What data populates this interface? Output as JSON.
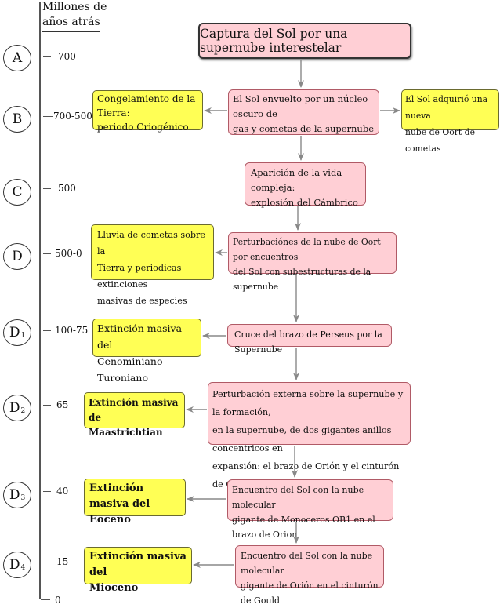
{
  "header": {
    "line1": "Millones de",
    "line2": "años atrás"
  },
  "eras": [
    {
      "letter": "A",
      "sub": "",
      "time": "700"
    },
    {
      "letter": "B",
      "sub": "",
      "time": "700-500"
    },
    {
      "letter": "C",
      "sub": "",
      "time": "500"
    },
    {
      "letter": "D",
      "sub": "",
      "time": "500-0"
    },
    {
      "letter": "D",
      "sub": "1",
      "time": "100-75"
    },
    {
      "letter": "D",
      "sub": "2",
      "time": "65"
    },
    {
      "letter": "D",
      "sub": "3",
      "time": "40"
    },
    {
      "letter": "D",
      "sub": "4",
      "time": "15"
    }
  ],
  "axis_end_label": "0",
  "title": "Captura del Sol por una supernube interestelar",
  "events": [
    {
      "lines": [
        "El Sol envuelto por un núcleo oscuro  de",
        "gas y cometas de la supernube"
      ]
    },
    {
      "lines": [
        "Aparición de la vida compleja:",
        "explosión del Cámbrico"
      ]
    },
    {
      "lines": [
        "Perturbaciónes de la nube de Oort por encuentros",
        "del Sol con subestructuras de la supernube"
      ]
    },
    {
      "lines": [
        "Cruce del brazo de Perseus por la Supernube"
      ]
    },
    {
      "lines": [
        "Perturbación externa sobre la supernube y la formación,",
        "en la supernube, de dos gigantes anillos concentricos en",
        "expansión: el brazo de Orión y el cinturón de Gould"
      ]
    },
    {
      "lines": [
        "Encuentro del Sol con la nube molecular",
        "gigante de Monoceros OB1 en el brazo de Orion"
      ]
    },
    {
      "lines": [
        "Encuentro del Sol con la nube molecular",
        "gigante de Orión en el cinturón de Gould"
      ]
    }
  ],
  "consequences": [
    {
      "lines": [
        "Congelamiento de la Tierra:",
        "periodo Criogénico"
      ]
    },
    {
      "lines": [
        "El Sol adquirió una nueva",
        "nube de Oort de cometas"
      ]
    },
    {
      "lines": [
        "Lluvia de cometas sobre la",
        " Tierra y periodicas extinciones",
        "masivas de especies"
      ]
    },
    {
      "lines": [
        "Extinción masiva del",
        "Cenominiano - Turoniano"
      ]
    },
    {
      "lines": [
        "Extinción masiva de",
        "Maastrichtian"
      ]
    },
    {
      "lines": [
        "Extinción masiva del",
        "Eoceno"
      ]
    },
    {
      "lines": [
        "Extinción masiva del",
        "Mioceno"
      ]
    }
  ],
  "colors": {
    "event_fill": "#ffcfd5",
    "consequence_fill": "#ffff55",
    "arrow": "#888888"
  }
}
